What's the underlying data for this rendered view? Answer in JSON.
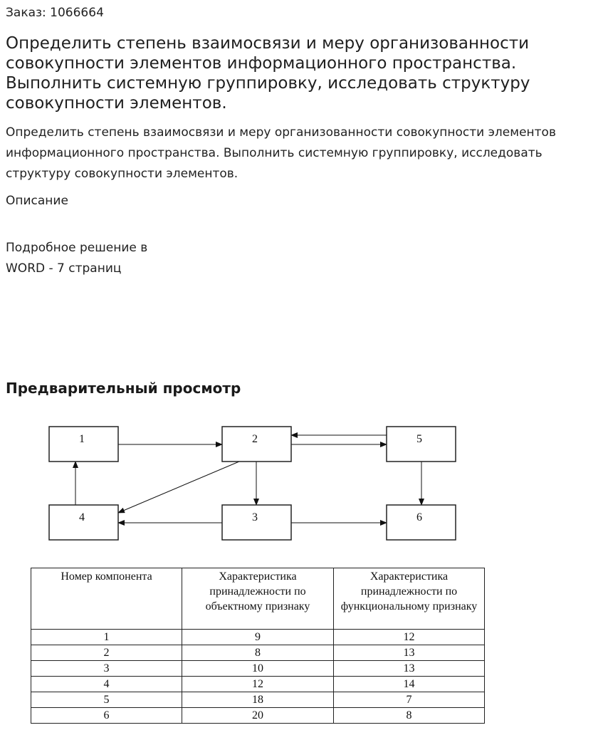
{
  "order": {
    "label": "Заказ: 1066664"
  },
  "title": "Определить степень взаимосвязи и меру организованности совокупности элементов информационного пространства. Выполнить системную группировку, исследовать структуру совокупности элементов.",
  "description": "Определить степень взаимосвязи и меру организованности совокупности элементов информационного пространства. Выполнить системную группировку, исследовать структуру совокупности элементов.",
  "description_label": "Описание",
  "solution": {
    "line1": "Подробное решение в",
    "line2": "WORD - 7 страниц"
  },
  "preview_heading": "Предварительный просмотр",
  "diagram": {
    "nodes": [
      {
        "id": "1",
        "label": "1"
      },
      {
        "id": "2",
        "label": "2"
      },
      {
        "id": "5",
        "label": "5"
      },
      {
        "id": "4",
        "label": "4"
      },
      {
        "id": "3",
        "label": "3"
      },
      {
        "id": "6",
        "label": "6"
      }
    ],
    "edges": [
      {
        "from": "1",
        "to": "2"
      },
      {
        "from": "2",
        "to": "5"
      },
      {
        "from": "5",
        "to": "2"
      },
      {
        "from": "2",
        "to": "3"
      },
      {
        "from": "2",
        "to": "4"
      },
      {
        "from": "4",
        "to": "1"
      },
      {
        "from": "3",
        "to": "4"
      },
      {
        "from": "3",
        "to": "6"
      },
      {
        "from": "5",
        "to": "6"
      }
    ]
  },
  "table": {
    "headers": [
      "Номер компонента",
      "Характеристика принадлежности по объектному признаку",
      "Характеристика принадлежности по функциональному признаку"
    ],
    "rows": [
      [
        "1",
        "9",
        "12"
      ],
      [
        "2",
        "8",
        "13"
      ],
      [
        "3",
        "10",
        "13"
      ],
      [
        "4",
        "12",
        "14"
      ],
      [
        "5",
        "18",
        "7"
      ],
      [
        "6",
        "20",
        "8"
      ]
    ]
  }
}
